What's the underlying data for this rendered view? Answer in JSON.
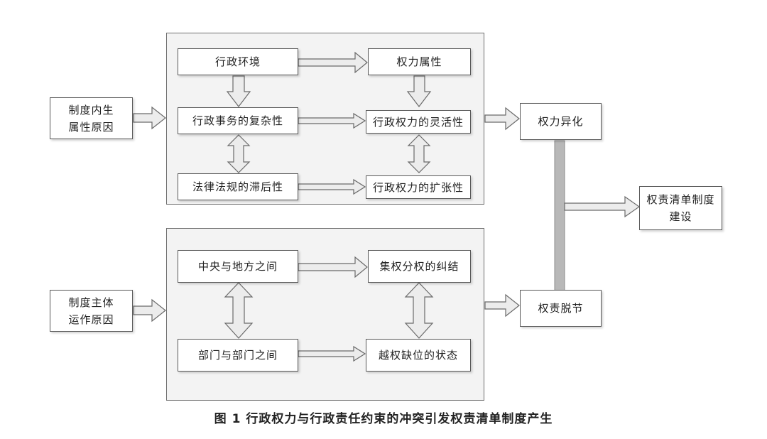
{
  "diagram": {
    "inputs": {
      "top_lines": [
        "制度内生",
        "属性原因"
      ],
      "bottom_lines": [
        "制度主体",
        "运作原因"
      ]
    },
    "top_panel": {
      "environment": "行政环境",
      "power_attribute": "权力属性",
      "affairs_complexity": "行政事务的复杂性",
      "power_flexibility": "行政权力的灵活性",
      "law_lag": "法律法规的滞后性",
      "power_expansion": "行政权力的扩张性"
    },
    "bottom_panel": {
      "central_local": "中央与地方之间",
      "centralization": "集权分权的纠结",
      "dept_dept": "部门与部门之间",
      "overstep_absence": "越权缺位的状态"
    },
    "results": {
      "alienation": "权力异化",
      "disconnect": "权责脱节"
    },
    "final_lines": [
      "权责清单制度",
      "建设"
    ]
  },
  "caption": "图 1  行政权力与行政责任约束的冲突引发权责清单制度产生"
}
